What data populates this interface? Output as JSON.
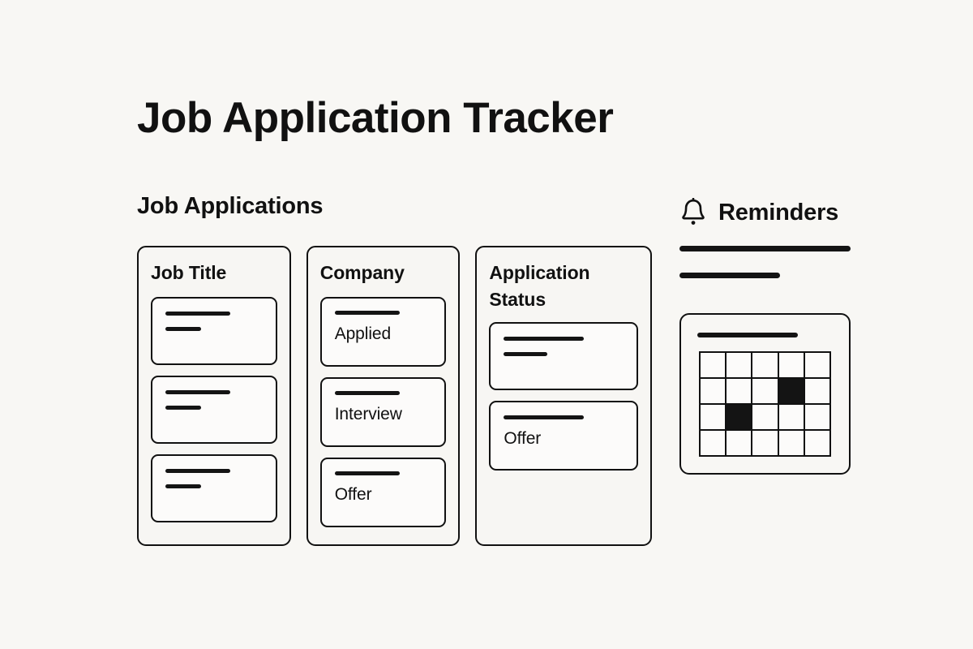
{
  "page": {
    "title": "Job Application Tracker",
    "background_color": "#f8f7f4",
    "ink_color": "#111111"
  },
  "applications": {
    "heading": "Job Applications",
    "columns": [
      {
        "id": "job-title",
        "title": "Job Title",
        "cards": [
          {
            "type": "placeholder",
            "lines": 2
          },
          {
            "type": "placeholder",
            "lines": 2
          },
          {
            "type": "placeholder",
            "lines": 2
          }
        ]
      },
      {
        "id": "company",
        "title": "Company",
        "cards": [
          {
            "type": "labeled",
            "label": "Applied"
          },
          {
            "type": "labeled",
            "label": "Interview"
          },
          {
            "type": "labeled",
            "label": "Offer"
          }
        ]
      },
      {
        "id": "application-status",
        "title": "Application Status",
        "cards": [
          {
            "type": "placeholder",
            "lines": 2
          },
          {
            "type": "labeled",
            "label": "Offer"
          }
        ]
      }
    ]
  },
  "reminders": {
    "heading": "Reminders",
    "icon": "bell-icon",
    "placeholder_lines": [
      {
        "width_pct": 100
      },
      {
        "width_pct": 59
      }
    ],
    "calendar": {
      "header_line_width_pct": 71,
      "grid": {
        "columns": 5,
        "rows": 4,
        "filled_cells": [
          {
            "row": 2,
            "col": 4
          },
          {
            "row": 3,
            "col": 2
          }
        ]
      }
    }
  }
}
